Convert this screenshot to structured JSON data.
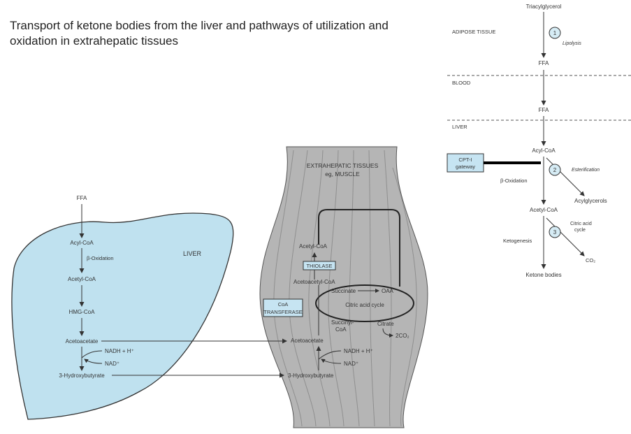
{
  "title": "Transport of ketone bodies from the liver and pathways of utilization and oxidation in extrahepatic tissues",
  "main_diagram": {
    "liver_label": "LIVER",
    "extrahepatic_label_1": "EXTRAHEPATIC TISSUES",
    "extrahepatic_label_2": "eg, MUSCLE",
    "liver": {
      "ffa": "FFA",
      "acyl_coa": "Acyl-CoA",
      "beta_oxidation": "β-Oxidation",
      "acetyl_coa": "Acetyl-CoA",
      "hmg_coa": "HMG-CoA",
      "acetoacetate": "Acetoacetate",
      "nadh": "NADH + H⁺",
      "nad": "NAD⁺",
      "hydroxybutyrate": "3-Hydroxybutyrate"
    },
    "muscle": {
      "acetyl_coa": "Acetyl-CoA",
      "thiolase": "THIOLASE",
      "acetoacetyl_coa": "Acetoacetyl-CoA",
      "succinate": "Succinate",
      "oaa": "OAA",
      "citric_acid_cycle": "Citric acid cycle",
      "coa_transferase_1": "CoA",
      "coa_transferase_2": "TRANSFERASE",
      "succinyl_coa_1": "Succinyl-",
      "succinyl_coa_2": "CoA",
      "citrate": "Citrate",
      "co2": "2CO₂",
      "acetoacetate": "Acetoacetate",
      "nadh": "NADH + H⁺",
      "nad": "NAD⁺",
      "hydroxybutyrate": "3-Hydroxybutyrate"
    }
  },
  "side_diagram": {
    "triacylglycerol": "Triacylglycerol",
    "adipose_tissue": "ADIPOSE TISSUE",
    "step1": "1",
    "lipolysis": "Lipolysis",
    "ffa1": "FFA",
    "blood": "BLOOD",
    "ffa2": "FFA",
    "liver": "LIVER",
    "acyl_coa": "Acyl-CoA",
    "cpt_1": "CPT-I",
    "cpt_2": "gateway",
    "step2": "2",
    "esterification": "Esterification",
    "beta_oxidation": "β-Oxidation",
    "acylglycerols": "Acylglycerols",
    "acetyl_coa": "Acetyl-CoA",
    "step3": "3",
    "citric_acid_1": "Citric acid",
    "citric_acid_2": "cycle",
    "ketogenesis": "Ketogenesis",
    "co2": "CO₂",
    "ketone_bodies": "Ketone bodies"
  }
}
